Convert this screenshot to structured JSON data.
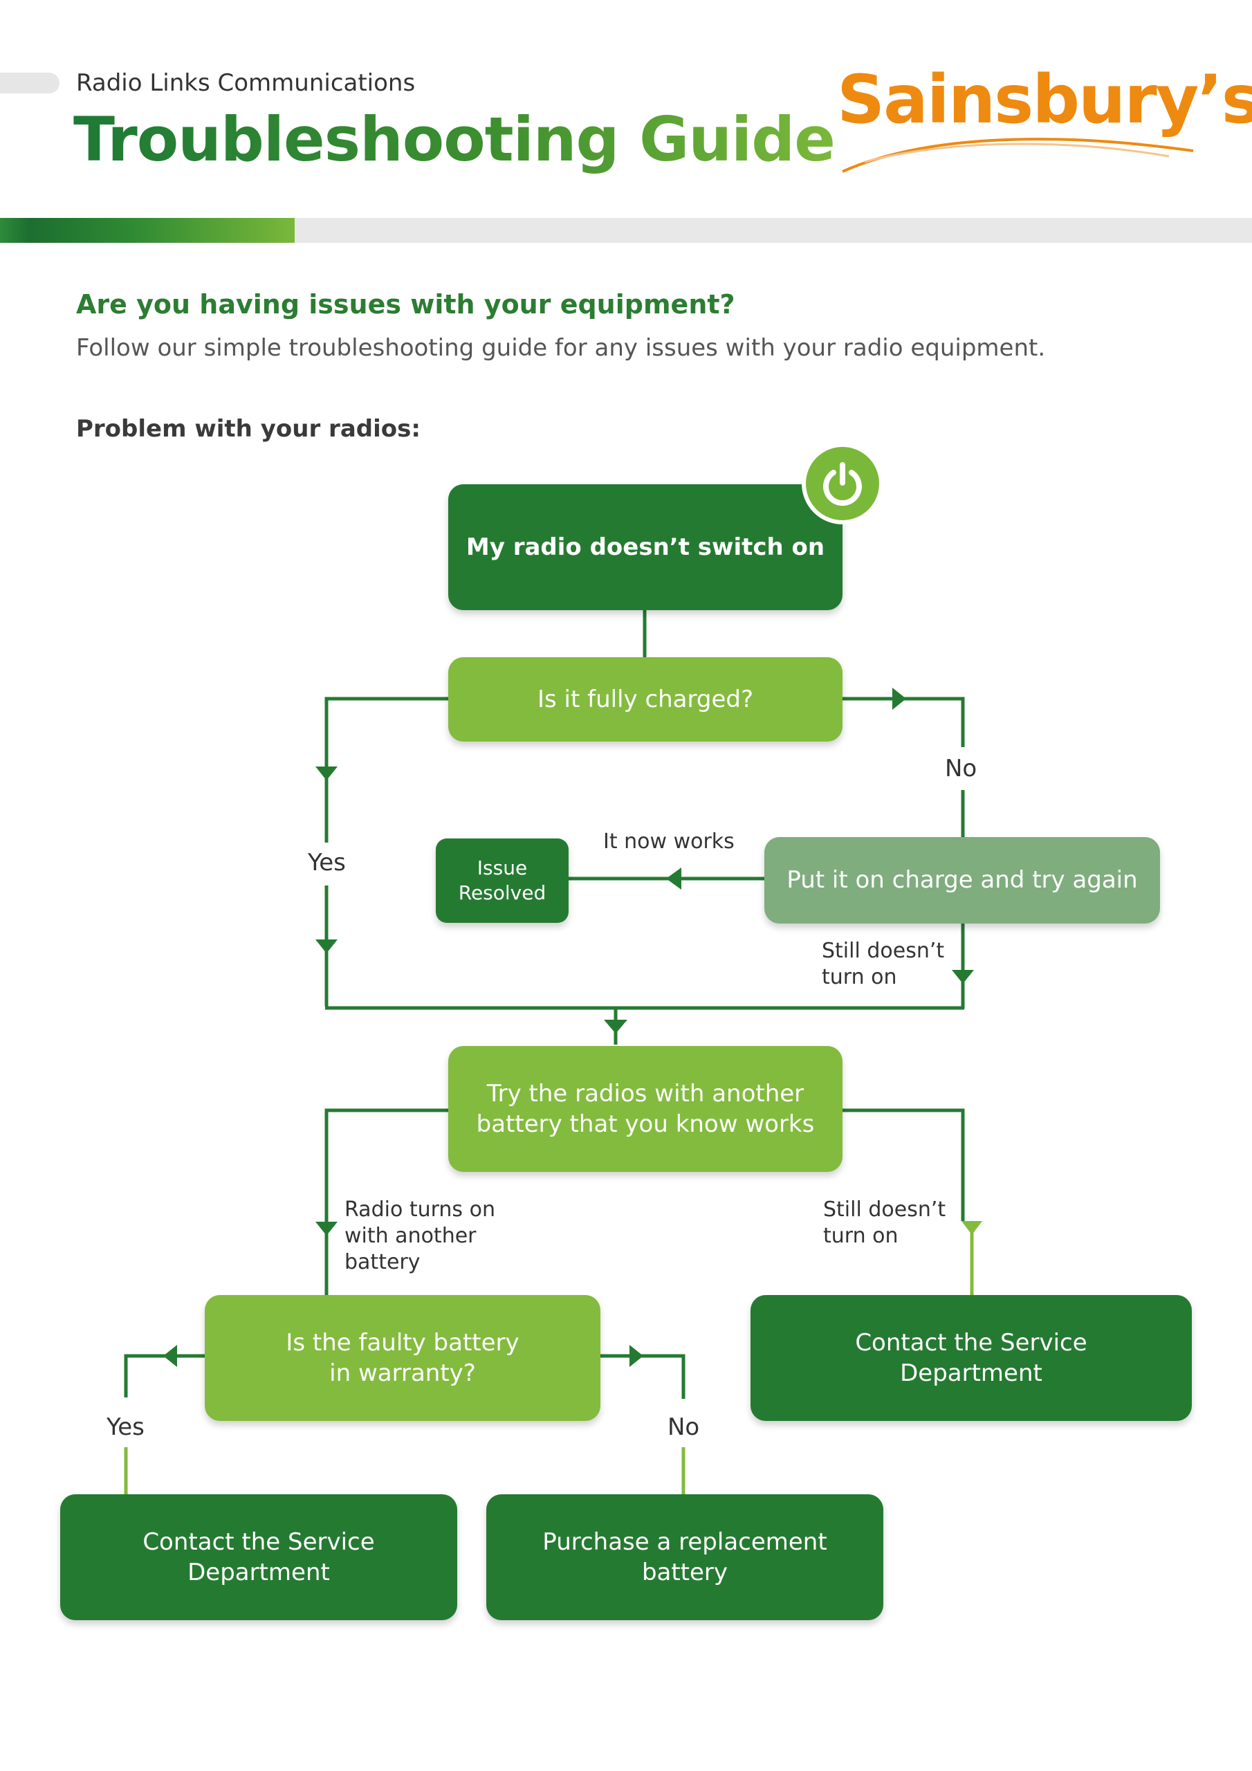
{
  "header": {
    "company": "Radio Links Communications",
    "title": "Troubleshooting Guide",
    "logo_text": "Sainsbury’s"
  },
  "intro": {
    "question": "Are you having issues with your equipment?",
    "text": "Follow our simple troubleshooting guide for any issues with your radio equipment.",
    "problem_heading": "Problem with your radios:"
  },
  "flow": {
    "start": "My radio doesn’t switch on",
    "q_charged": "Is it fully charged?",
    "charge": "Put it on charge and try again",
    "resolved": "Issue\nResolved",
    "try_battery": "Try the radios with another\nbattery that you know works",
    "q_warranty": "Is the faulty battery\nin warranty?",
    "contact_right": "Contact the Service\nDepartment",
    "contact_left": "Contact the Service\nDepartment",
    "purchase": "Purchase a replacement\nbattery"
  },
  "labels": {
    "charged_no": "No",
    "charged_yes": "Yes",
    "now_works": "It now works",
    "still_off_1": "Still doesn’t\nturn on",
    "battery_on": "Radio turns on\nwith another\nbattery",
    "still_off_2": "Still doesn’t\nturn on",
    "warranty_yes": "Yes",
    "warranty_no": "No"
  },
  "colors": {
    "dark_green": "#257a32",
    "light_green": "#83bb3e",
    "sage": "#7fad7e",
    "orange": "#ee8a10"
  },
  "icons": {
    "power": "power-icon"
  }
}
